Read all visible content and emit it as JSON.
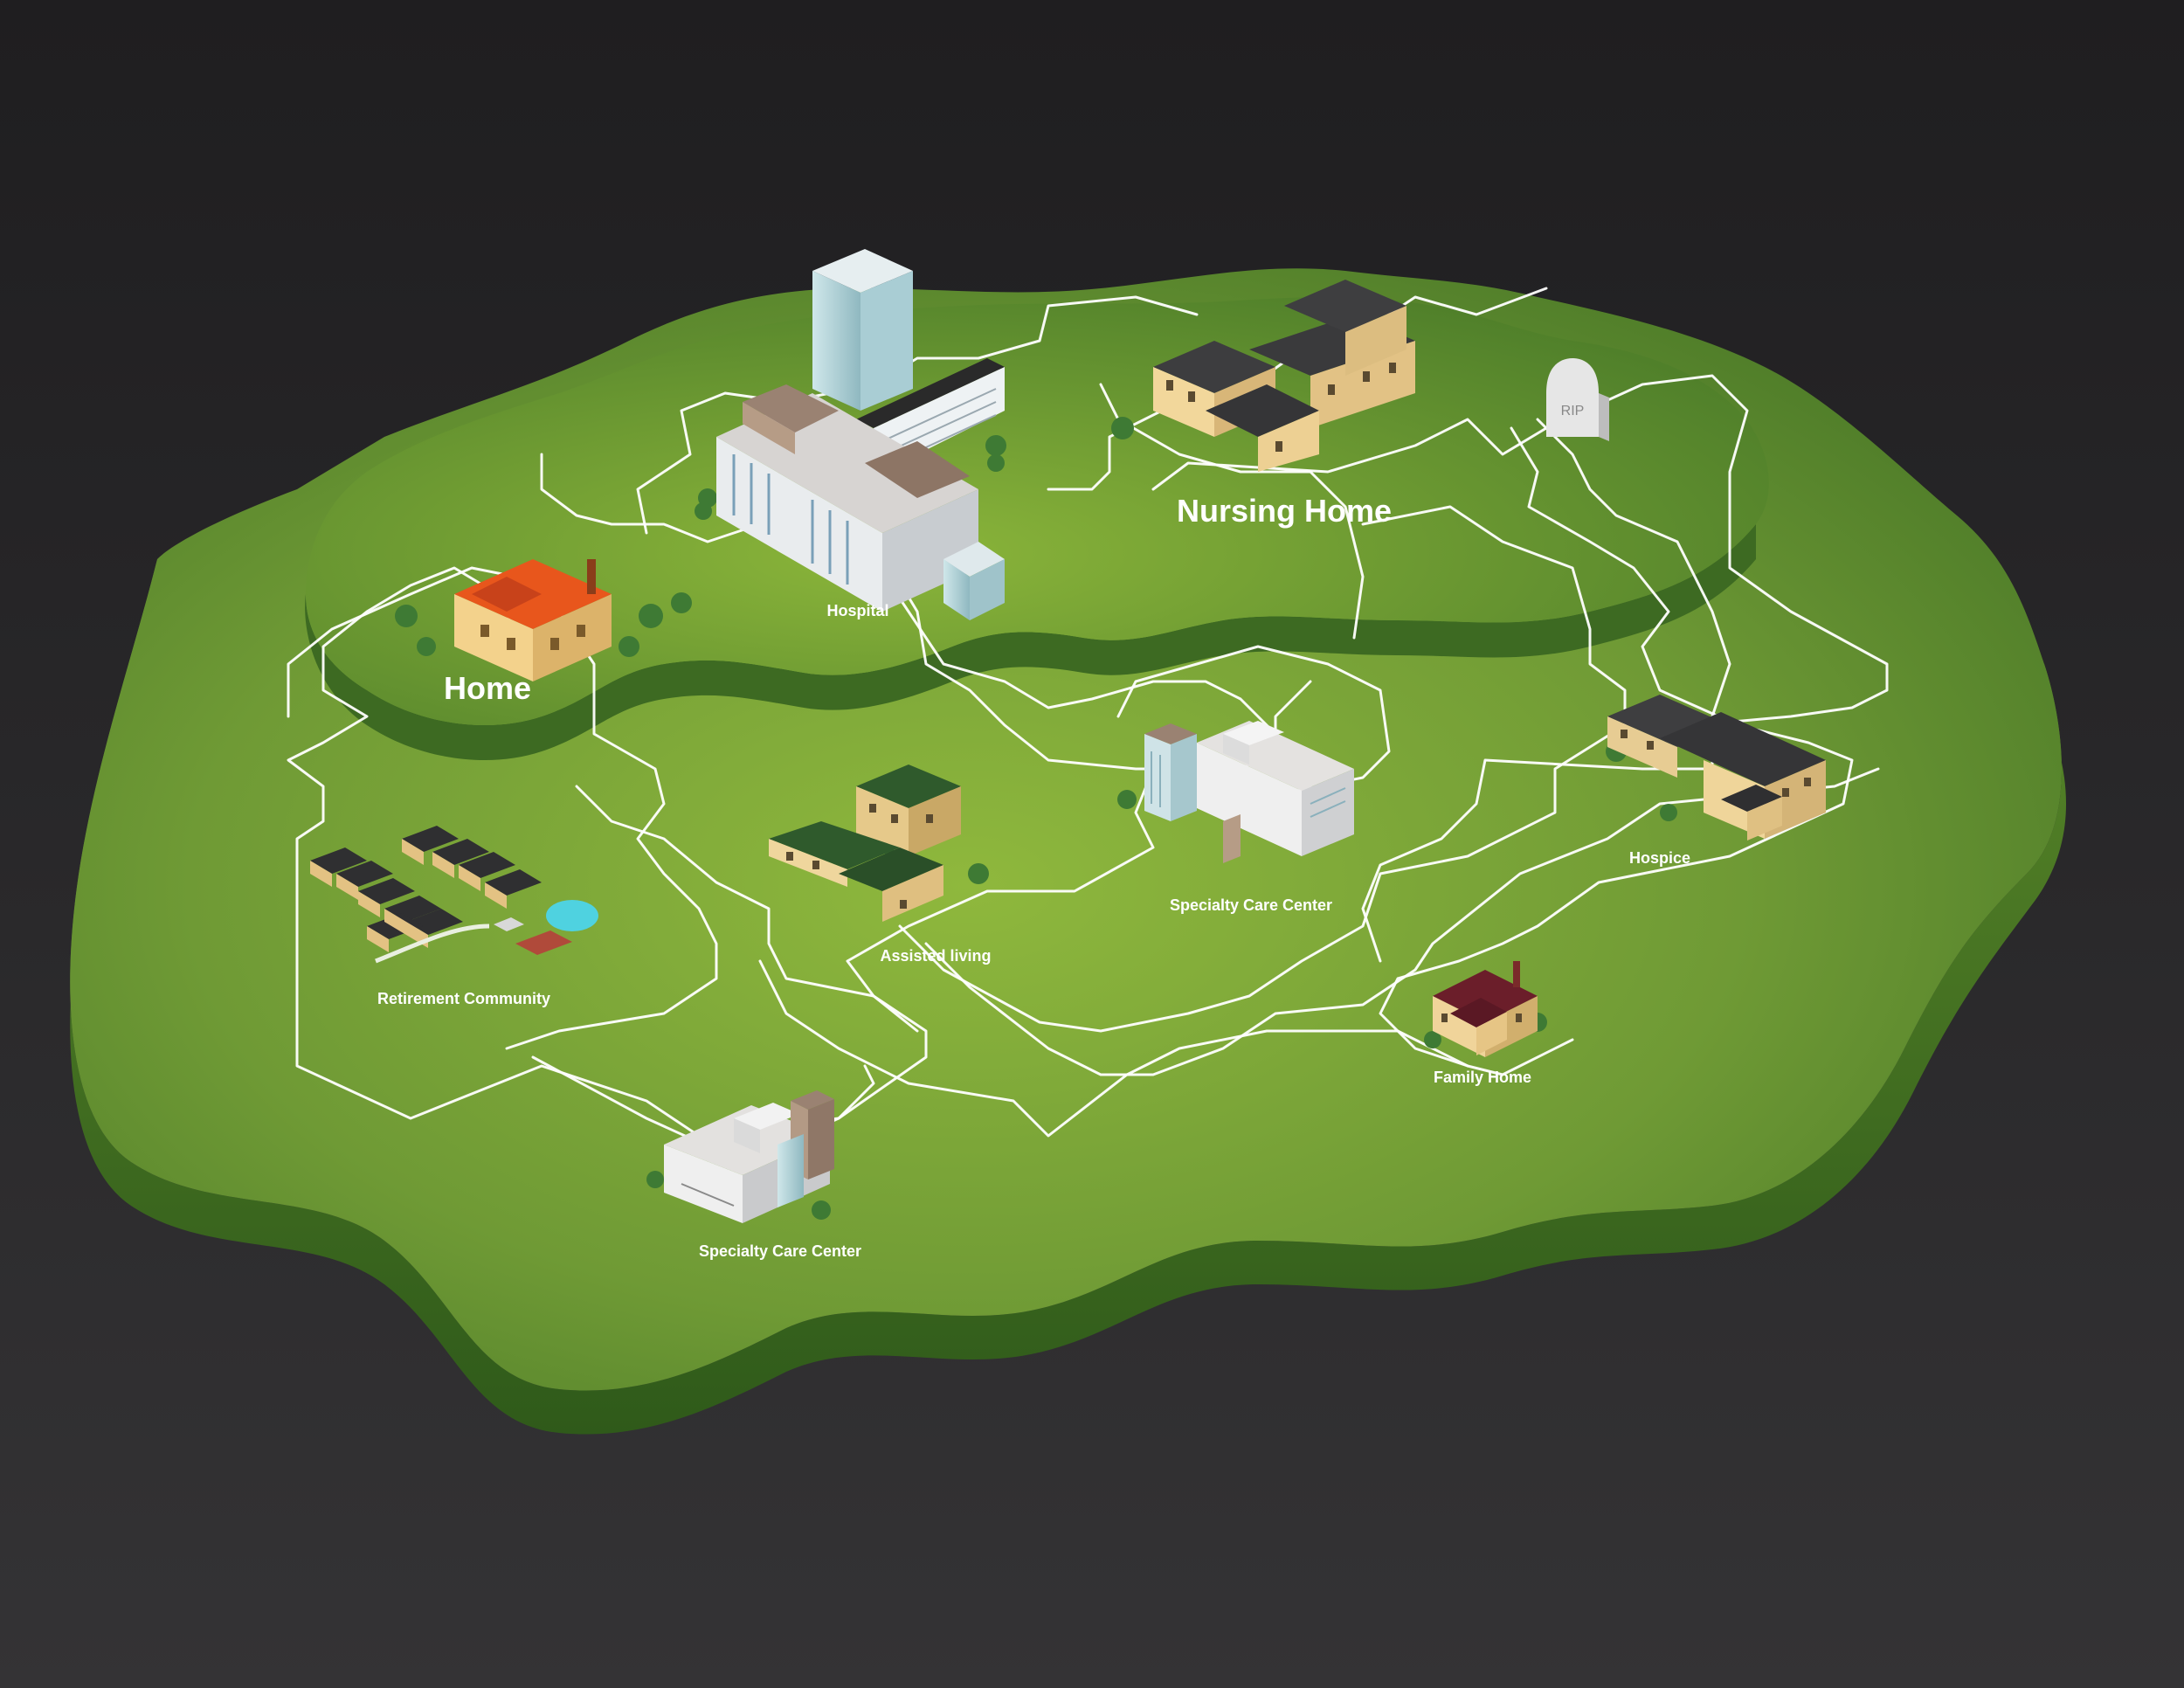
{
  "locations": {
    "home": "Home",
    "hospital": "Hospital",
    "nursing_home": "Nursing Home",
    "retirement_community": "Retirement Community",
    "assisted_living": "Assisted living",
    "specialty_care_center_upper": "Specialty Care Center",
    "specialty_care_center_lower": "Specialty Care Center",
    "hospice": "Hospice",
    "family_home": "Family Home"
  },
  "tombstone": {
    "text": "RIP"
  },
  "colors": {
    "background": "#2a292b",
    "ground": "#6f9a35",
    "ground_edge": "#4a7424",
    "paths": "#ffffff",
    "home_roof": "#e8561c",
    "family_home_roof": "#6b1e2a",
    "assisted_living_roof": "#2f5a2c"
  }
}
